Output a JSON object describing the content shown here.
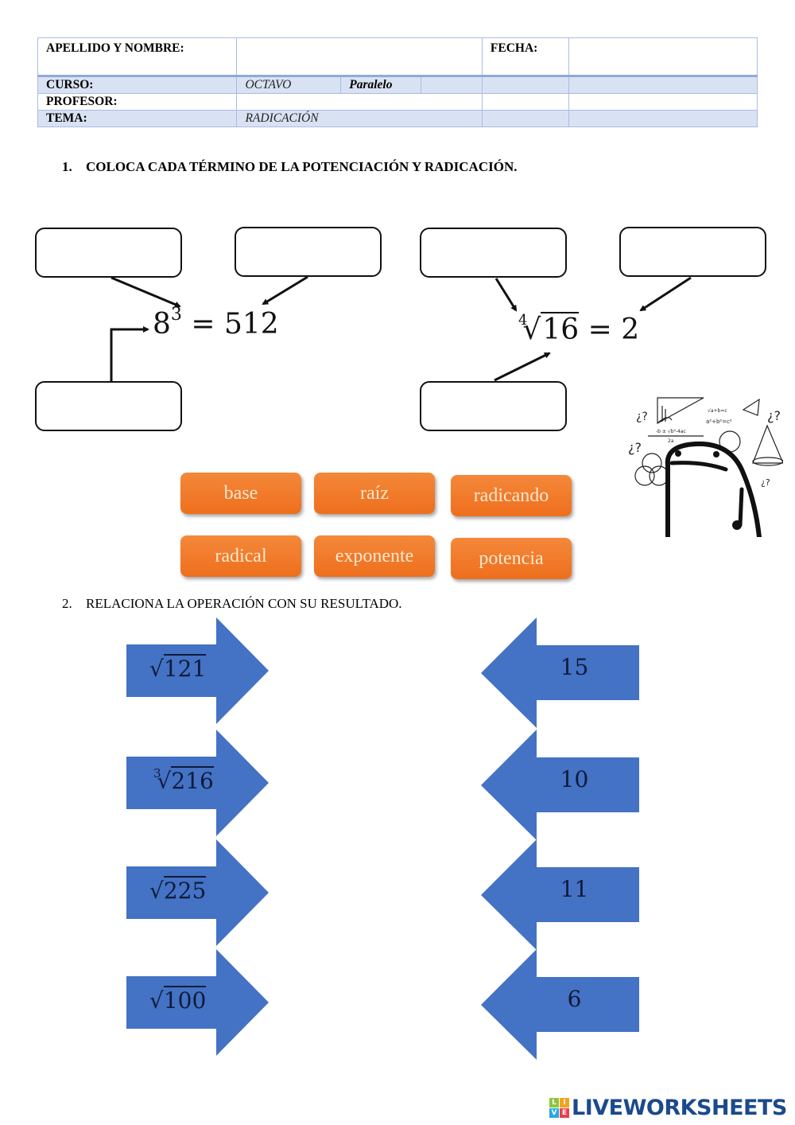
{
  "header": {
    "name_label": "APELLIDO Y NOMBRE:",
    "name_value": "",
    "date_label": "FECHA:",
    "date_value": "",
    "course_label": "CURSO:",
    "course_value": "OCTAVO",
    "parallel_label": "Paralelo",
    "parallel_value": "",
    "teacher_label": "PROFESOR:",
    "teacher_value": "",
    "topic_label": "TEMA:",
    "topic_value": "RADICACIÓN"
  },
  "question1": {
    "number": "1.",
    "text": "COLOCA CADA TÉRMINO DE LA POTENCIACIÓN Y RADICACIÓN.",
    "power_equation": {
      "base": "8",
      "exponent": "3",
      "equals": "=",
      "result": "512"
    },
    "root_equation": {
      "index": "4",
      "radicand": "16",
      "radical": "√",
      "equals": "=",
      "result": "2"
    },
    "drop_slots": [
      "",
      "",
      "",
      "",
      "",
      ""
    ],
    "word_chips": [
      "base",
      "raíz",
      "radicando",
      "radical",
      "exponente",
      "potencia"
    ],
    "chip_color": "#f07a28"
  },
  "question2": {
    "number": "2.",
    "text": "RELACIONA LA OPERACIÓN CON SU RESULTADO.",
    "arrow_color": "#4472c4",
    "operations": [
      {
        "index": "",
        "radicand": "121"
      },
      {
        "index": "3",
        "radicand": "216"
      },
      {
        "index": "",
        "radicand": "225"
      },
      {
        "index": "",
        "radicand": "100"
      }
    ],
    "radical_symbol": "√",
    "results": [
      "15",
      "10",
      "11",
      "6"
    ]
  },
  "illustration": {
    "icon": "confused-flork-math-icon"
  },
  "branding": {
    "logo_letters": [
      "L",
      "I",
      "V",
      "E"
    ],
    "logo_colors": [
      "#8cc63f",
      "#f7a21b",
      "#29a9e0",
      "#e8414a"
    ],
    "logo_text": "LIVEWORKSHEETS"
  }
}
